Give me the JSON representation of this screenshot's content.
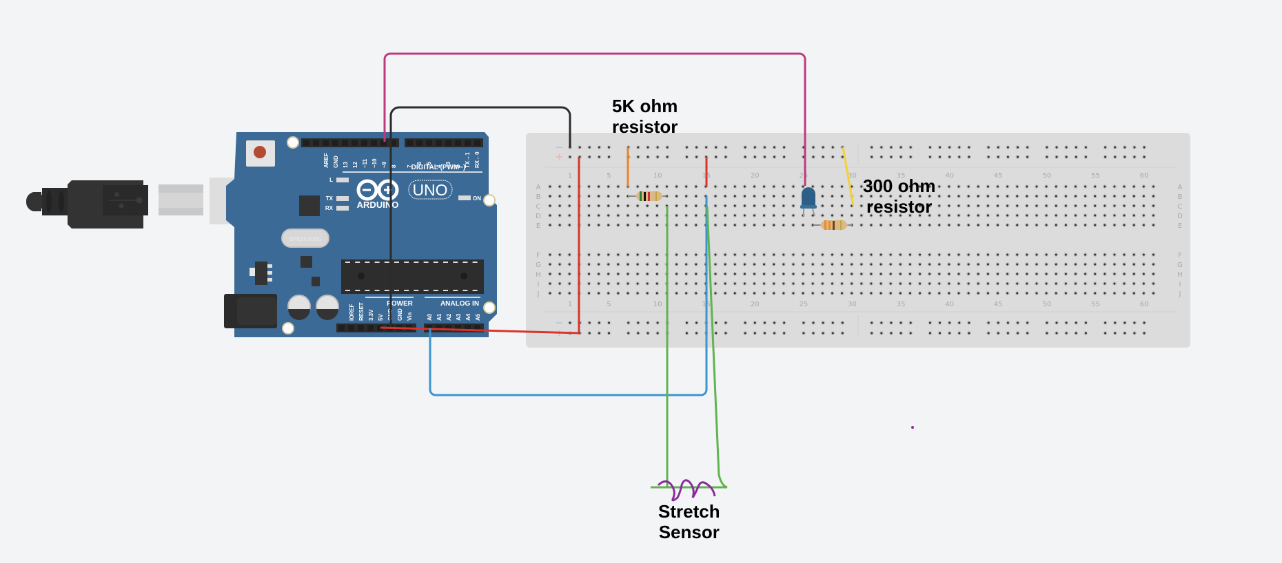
{
  "app": {
    "type": "circuit-schematic-view"
  },
  "annotations": {
    "resistor_5k": [
      "5K ohm",
      "resistor"
    ],
    "resistor_300": [
      "300 ohm",
      "resistor"
    ],
    "stretch_sensor": [
      "Stretch",
      "Sensor"
    ]
  },
  "arduino": {
    "brand": "ARDUINO",
    "model": "UNO",
    "crystal": "SPK16.000G",
    "board_color": "#3c6a96",
    "digital_header_label": "DIGITAL (PWM~)",
    "digital_pins": [
      "AREF",
      "GND",
      "13",
      "12",
      "~11",
      "~10",
      "~9",
      "8",
      "7",
      "~6",
      "~5",
      "4",
      "~3",
      "2",
      "TX→1",
      "RX←0"
    ],
    "power_header_label": "POWER",
    "power_pins": [
      "IOREF",
      "RESET",
      "3.3V",
      "5V",
      "GND",
      "GND",
      "Vin"
    ],
    "analog_header_label": "ANALOG IN",
    "analog_pins": [
      "A0",
      "A1",
      "A2",
      "A3",
      "A4",
      "A5"
    ],
    "leds": {
      "l": "L",
      "tx": "TX",
      "rx": "RX",
      "on": "ON"
    }
  },
  "breadboard": {
    "rows_top": [
      "A",
      "B",
      "C",
      "D",
      "E"
    ],
    "rows_bottom": [
      "F",
      "G",
      "H",
      "I",
      "J"
    ],
    "column_numbers": [
      "1",
      "5",
      "10",
      "15",
      "20",
      "25",
      "30",
      "35",
      "40",
      "45",
      "50",
      "55",
      "60"
    ],
    "columns": 63,
    "rail_minus": "−",
    "rail_plus": "+"
  },
  "wires": [
    {
      "name": "pin9-to-led",
      "color": "#c0397f"
    },
    {
      "name": "gnd-to-rail",
      "color": "#2b2b2b"
    },
    {
      "name": "5v-to-rail",
      "color": "#d9332b"
    },
    {
      "name": "a0-to-sensor",
      "color": "#3b95cf"
    },
    {
      "name": "sensor-lead-1",
      "color": "#5fb44f"
    },
    {
      "name": "sensor-lead-2",
      "color": "#5fb44f"
    },
    {
      "name": "resistor-to-gnd",
      "color": "#e8852b"
    },
    {
      "name": "rail-jumper-plus",
      "color": "#d9332b"
    },
    {
      "name": "resistor300-to-gnd",
      "color": "#f2d23b"
    }
  ],
  "components": {
    "led_color": "#2e5f87",
    "sensor_color": "#8a2b9b"
  }
}
